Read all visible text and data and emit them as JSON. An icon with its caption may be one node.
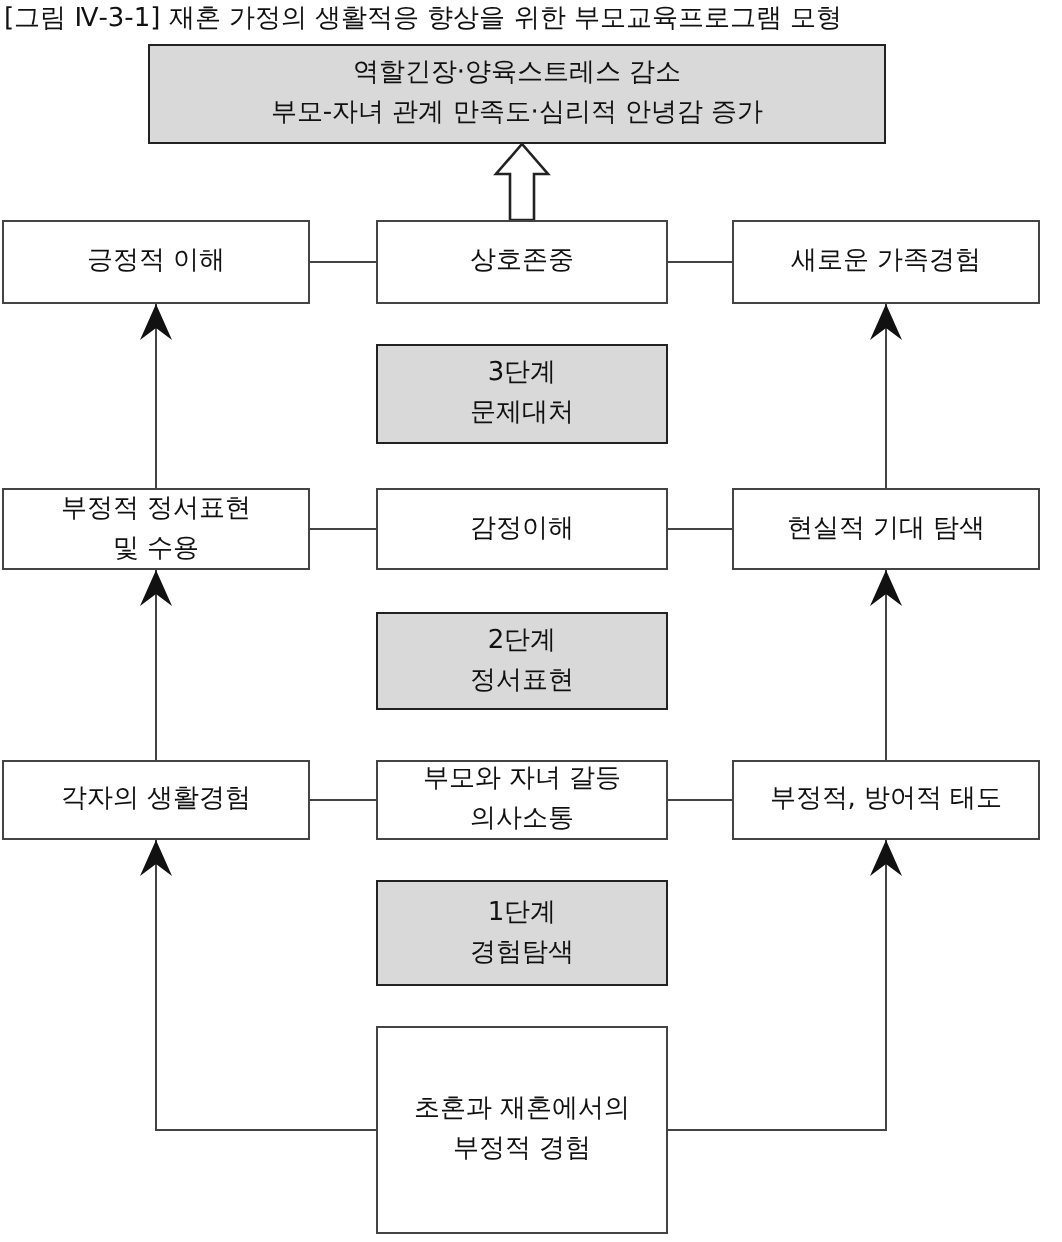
{
  "diagram": {
    "title": "[그림 Ⅳ-3-1] 재혼 가정의 생활적응 향상을 위한 부모교육프로그램 모형",
    "nodes": [
      {
        "text": [
          "역할긴장·양육스트레스 감소",
          "부모-자녀 관계 만족도·심리적 안녕감 증가"
        ]
      },
      {
        "text": [
          "긍정적 이해"
        ]
      },
      {
        "text": [
          "상호존중"
        ]
      },
      {
        "text": [
          "새로운 가족경험"
        ]
      },
      {
        "text": [
          "3단계",
          "문제대처"
        ]
      },
      {
        "text": [
          "부정적 정서표현 및 수용"
        ]
      },
      {
        "text": [
          "감정이해"
        ]
      },
      {
        "text": [
          "현실적 기대 탐색"
        ]
      },
      {
        "text": [
          "2단계",
          "정서표현"
        ]
      },
      {
        "text": [
          "각자의 생활경험"
        ]
      },
      {
        "text": [
          "부모와 자녀 갈등 의사소통"
        ]
      },
      {
        "text": [
          "부정적, 방어적 태도"
        ]
      },
      {
        "text": [
          "1단계",
          "경험탐색"
        ]
      },
      {
        "text": [
          "초혼과 재혼에서의 부정적 경험"
        ]
      }
    ],
    "edges": [
      {
        "from": 2,
        "to": 0,
        "arrow": "to",
        "style": "thick"
      },
      {
        "from": 1,
        "to": 2,
        "arrow": "none"
      },
      {
        "from": 2,
        "to": 3,
        "arrow": "none"
      },
      {
        "from": 5,
        "to": 1,
        "arrow": "to"
      },
      {
        "from": 7,
        "to": 3,
        "arrow": "to"
      },
      {
        "from": 5,
        "to": 6,
        "arrow": "none"
      },
      {
        "from": 6,
        "to": 7,
        "arrow": "none"
      },
      {
        "from": 9,
        "to": 5,
        "arrow": "to"
      },
      {
        "from": 11,
        "to": 7,
        "arrow": "to"
      },
      {
        "from": 9,
        "to": 10,
        "arrow": "none"
      },
      {
        "from": 10,
        "to": 11,
        "arrow": "none"
      },
      {
        "from": 13,
        "to": 9,
        "arrow": "to"
      },
      {
        "from": 13,
        "to": 11,
        "arrow": "to"
      }
    ]
  }
}
